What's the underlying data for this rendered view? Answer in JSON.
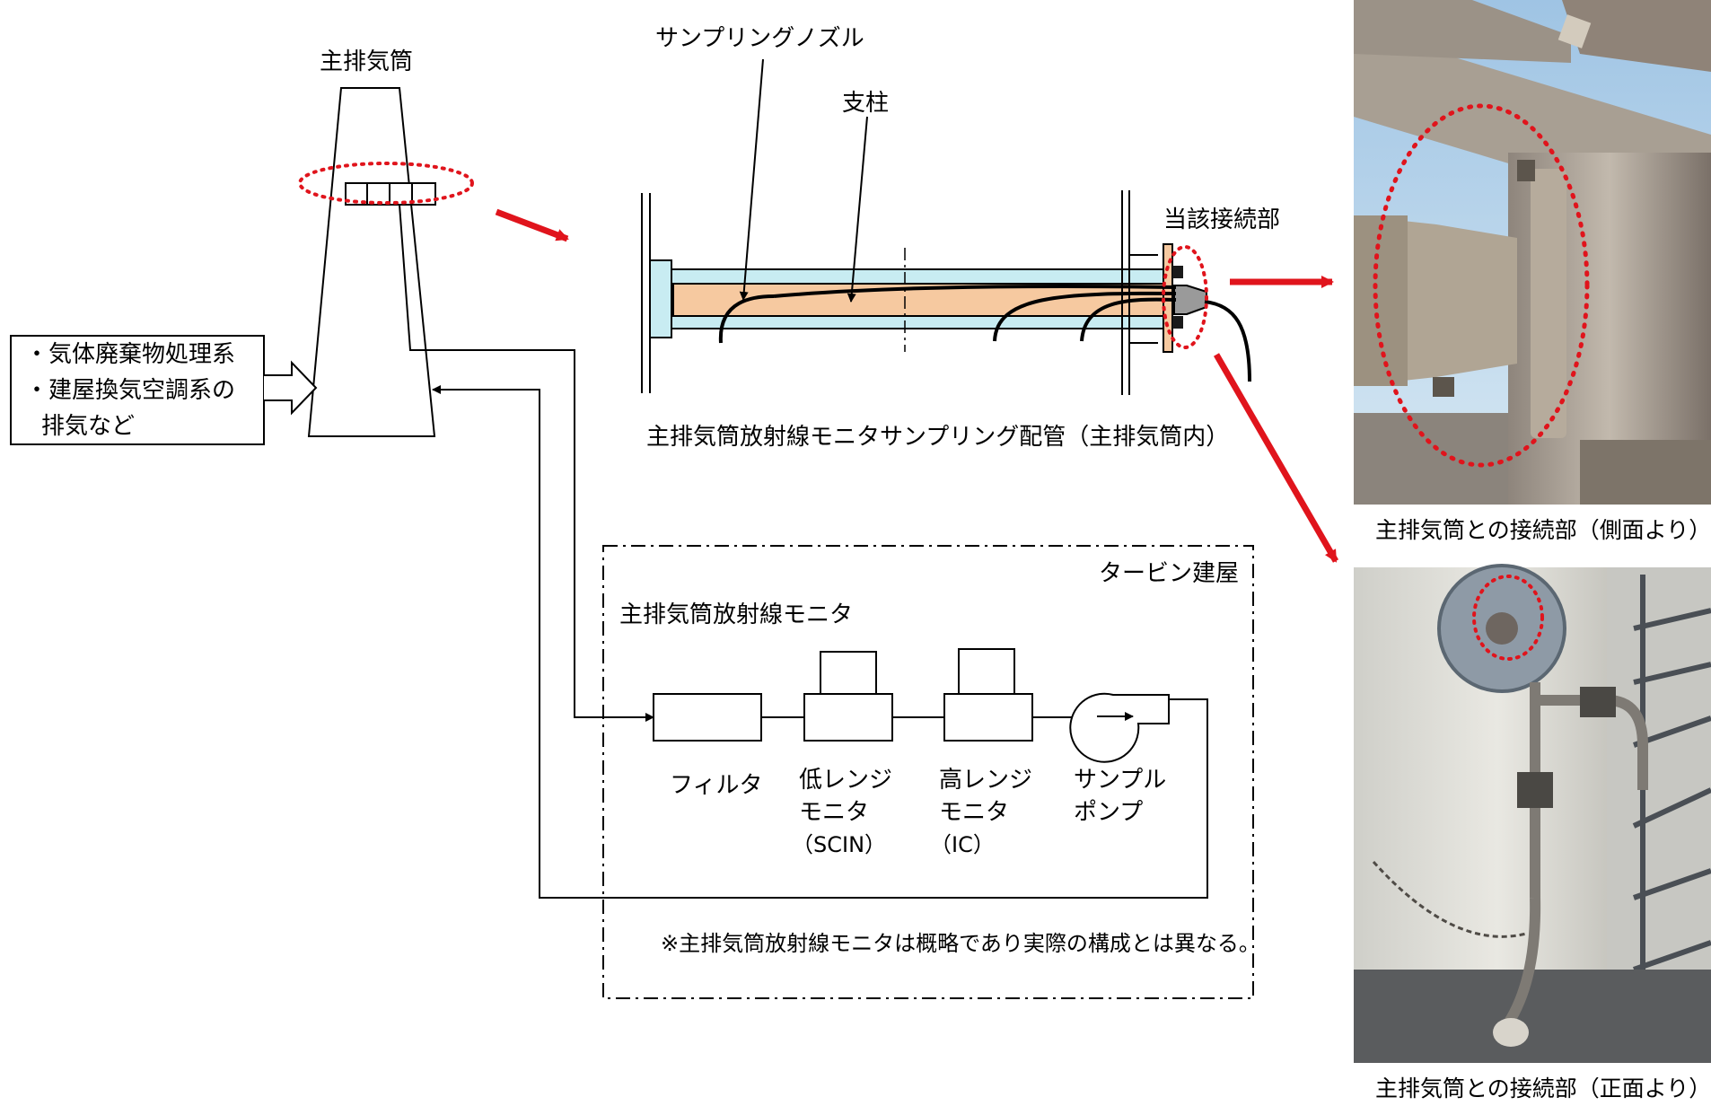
{
  "labels": {
    "stack_title": "主排気筒",
    "inflow_line1": "・気体廃棄物処理系",
    "inflow_line2": "・建屋換気空調系の",
    "inflow_line3": "排気など",
    "nozzle": "サンプリングノズル",
    "support": "支柱",
    "joint": "当該接続部",
    "piping_caption": "主排気筒放射線モニタサンプリング配管（主排気筒内）",
    "turbine_building": "タービン建屋",
    "monitor_title": "主排気筒放射線モニタ",
    "note": "※主排気筒放射線モニタは概略であり実際の構成とは異なる。",
    "photo_side_caption": "主排気筒との接続部（側面より）",
    "photo_front_caption": "主排気筒との接続部（正面より）"
  },
  "components": {
    "filter": "フィルタ",
    "low_range_l1": "低レンジ",
    "low_range_l2": "モニタ",
    "low_range_l3": "（SCIN）",
    "high_range_l1": "高レンジ",
    "high_range_l2": "モニタ",
    "high_range_l3": "（IC）",
    "pump_l1": "サンプル",
    "pump_l2": "ポンプ"
  },
  "colors": {
    "highlight": "#e0141c",
    "pipe_fill": "#c8ecf2",
    "support_fill": "#f6c9a0"
  }
}
